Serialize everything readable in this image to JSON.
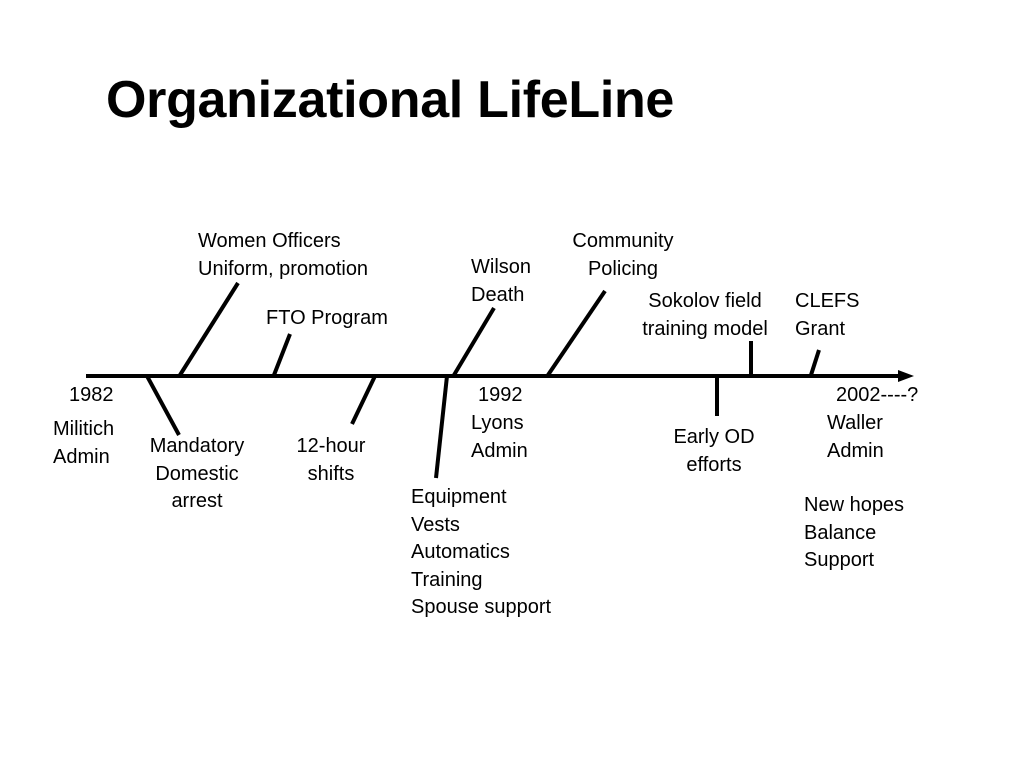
{
  "title": "Organizational LifeLine",
  "years": {
    "start": "1982",
    "middle": "1992",
    "end": "2002----?"
  },
  "above": {
    "women_officers": [
      "Women Officers",
      "Uniform, promotion"
    ],
    "fto_program": [
      "FTO Program"
    ],
    "wilson_death": [
      "Wilson",
      "Death"
    ],
    "community_policing": [
      "Community",
      "Policing"
    ],
    "sokolov": [
      "Sokolov field",
      "training model"
    ],
    "clefs": [
      "CLEFS",
      "Grant"
    ]
  },
  "below": {
    "militich": [
      "Militich",
      "Admin"
    ],
    "mandatory_arrest": [
      "Mandatory",
      "Domestic",
      "arrest"
    ],
    "twelve_hour": [
      "12-hour",
      "shifts"
    ],
    "equipment": [
      "Equipment",
      "Vests",
      "Automatics",
      "Training",
      "Spouse support"
    ],
    "lyons": [
      "Lyons",
      "Admin"
    ],
    "early_od": [
      "Early OD",
      "efforts"
    ],
    "waller": [
      "Waller",
      "Admin"
    ],
    "new_hopes": [
      "New hopes",
      "Balance",
      "Support"
    ]
  }
}
